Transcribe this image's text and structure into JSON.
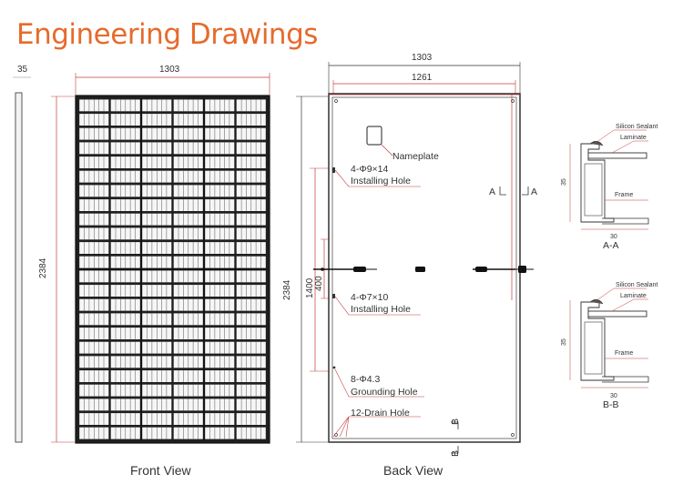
{
  "title": "Engineering Drawings",
  "colors": {
    "title": "#e66b2c",
    "frame": "#2b2b2b",
    "dimension": "#c43c3c",
    "cell": "#ffffff",
    "cellBg": "#1f1f1f"
  },
  "front": {
    "label": "Front View",
    "width": "1303",
    "height": "2384",
    "thickness": "35"
  },
  "back": {
    "label": "Back View",
    "width_outer": "1303",
    "width_inner": "1261",
    "height": "2384",
    "hole_span": "1400",
    "hole_span_inner": "400",
    "nameplate": "Nameplate",
    "install_9_code": "4-Φ9×14",
    "install_9_text": "Installing Hole",
    "install_7_code": "4-Φ7×10",
    "install_7_text": "Installing Hole",
    "ground_code": "8-Φ4.3",
    "ground_text": "Grounding Hole",
    "drain": "12-Drain Hole",
    "section_a": "A",
    "section_b": "B"
  },
  "section_aa": {
    "caption": "A-A",
    "silicon": "Silicon Sealant",
    "laminate": "Laminate",
    "frame": "Frame",
    "height": "35",
    "width": "30"
  },
  "section_bb": {
    "caption": "B-B",
    "silicon": "Silicon Sealant",
    "laminate": "Laminate",
    "frame": "Frame",
    "height": "35",
    "width": "30"
  }
}
